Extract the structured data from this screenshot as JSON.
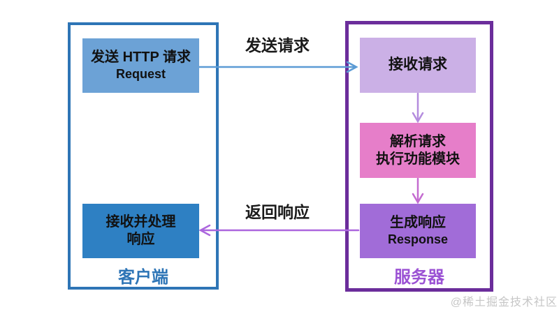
{
  "client": {
    "label": "客户端",
    "send_box": {
      "line1": "发送 HTTP 请求",
      "line2": "Request"
    },
    "receive_box": {
      "line1": "接收并处理",
      "line2": "响应"
    }
  },
  "server": {
    "label": "服务器",
    "receive_box": {
      "line1": "接收请求"
    },
    "parse_box": {
      "line1": "解析请求",
      "line2": "执行功能模块"
    },
    "response_box": {
      "line1": "生成响应",
      "line2": "Response"
    }
  },
  "arrows": {
    "send_label": "发送请求",
    "return_label": "返回响应"
  },
  "watermark": "@稀土掘金技术社区",
  "colors": {
    "client_border": "#2E75B6",
    "client_send_box_bg": "#6CA2D6",
    "client_receive_box_bg": "#2E80C3",
    "client_label": "#2E75B6",
    "server_border": "#6B2D9B",
    "server_receive_box_bg": "#CBB0E6",
    "server_parse_box_bg": "#E67EC9",
    "server_response_box_bg": "#A16CD8",
    "server_label": "#9B52D4",
    "send_arrow": "#5B9BD5",
    "down_arrow_1": "#B48CDE",
    "down_arrow_2": "#C46BD0",
    "return_arrow": "#AC66DE",
    "watermark": "#C6C6C6"
  }
}
